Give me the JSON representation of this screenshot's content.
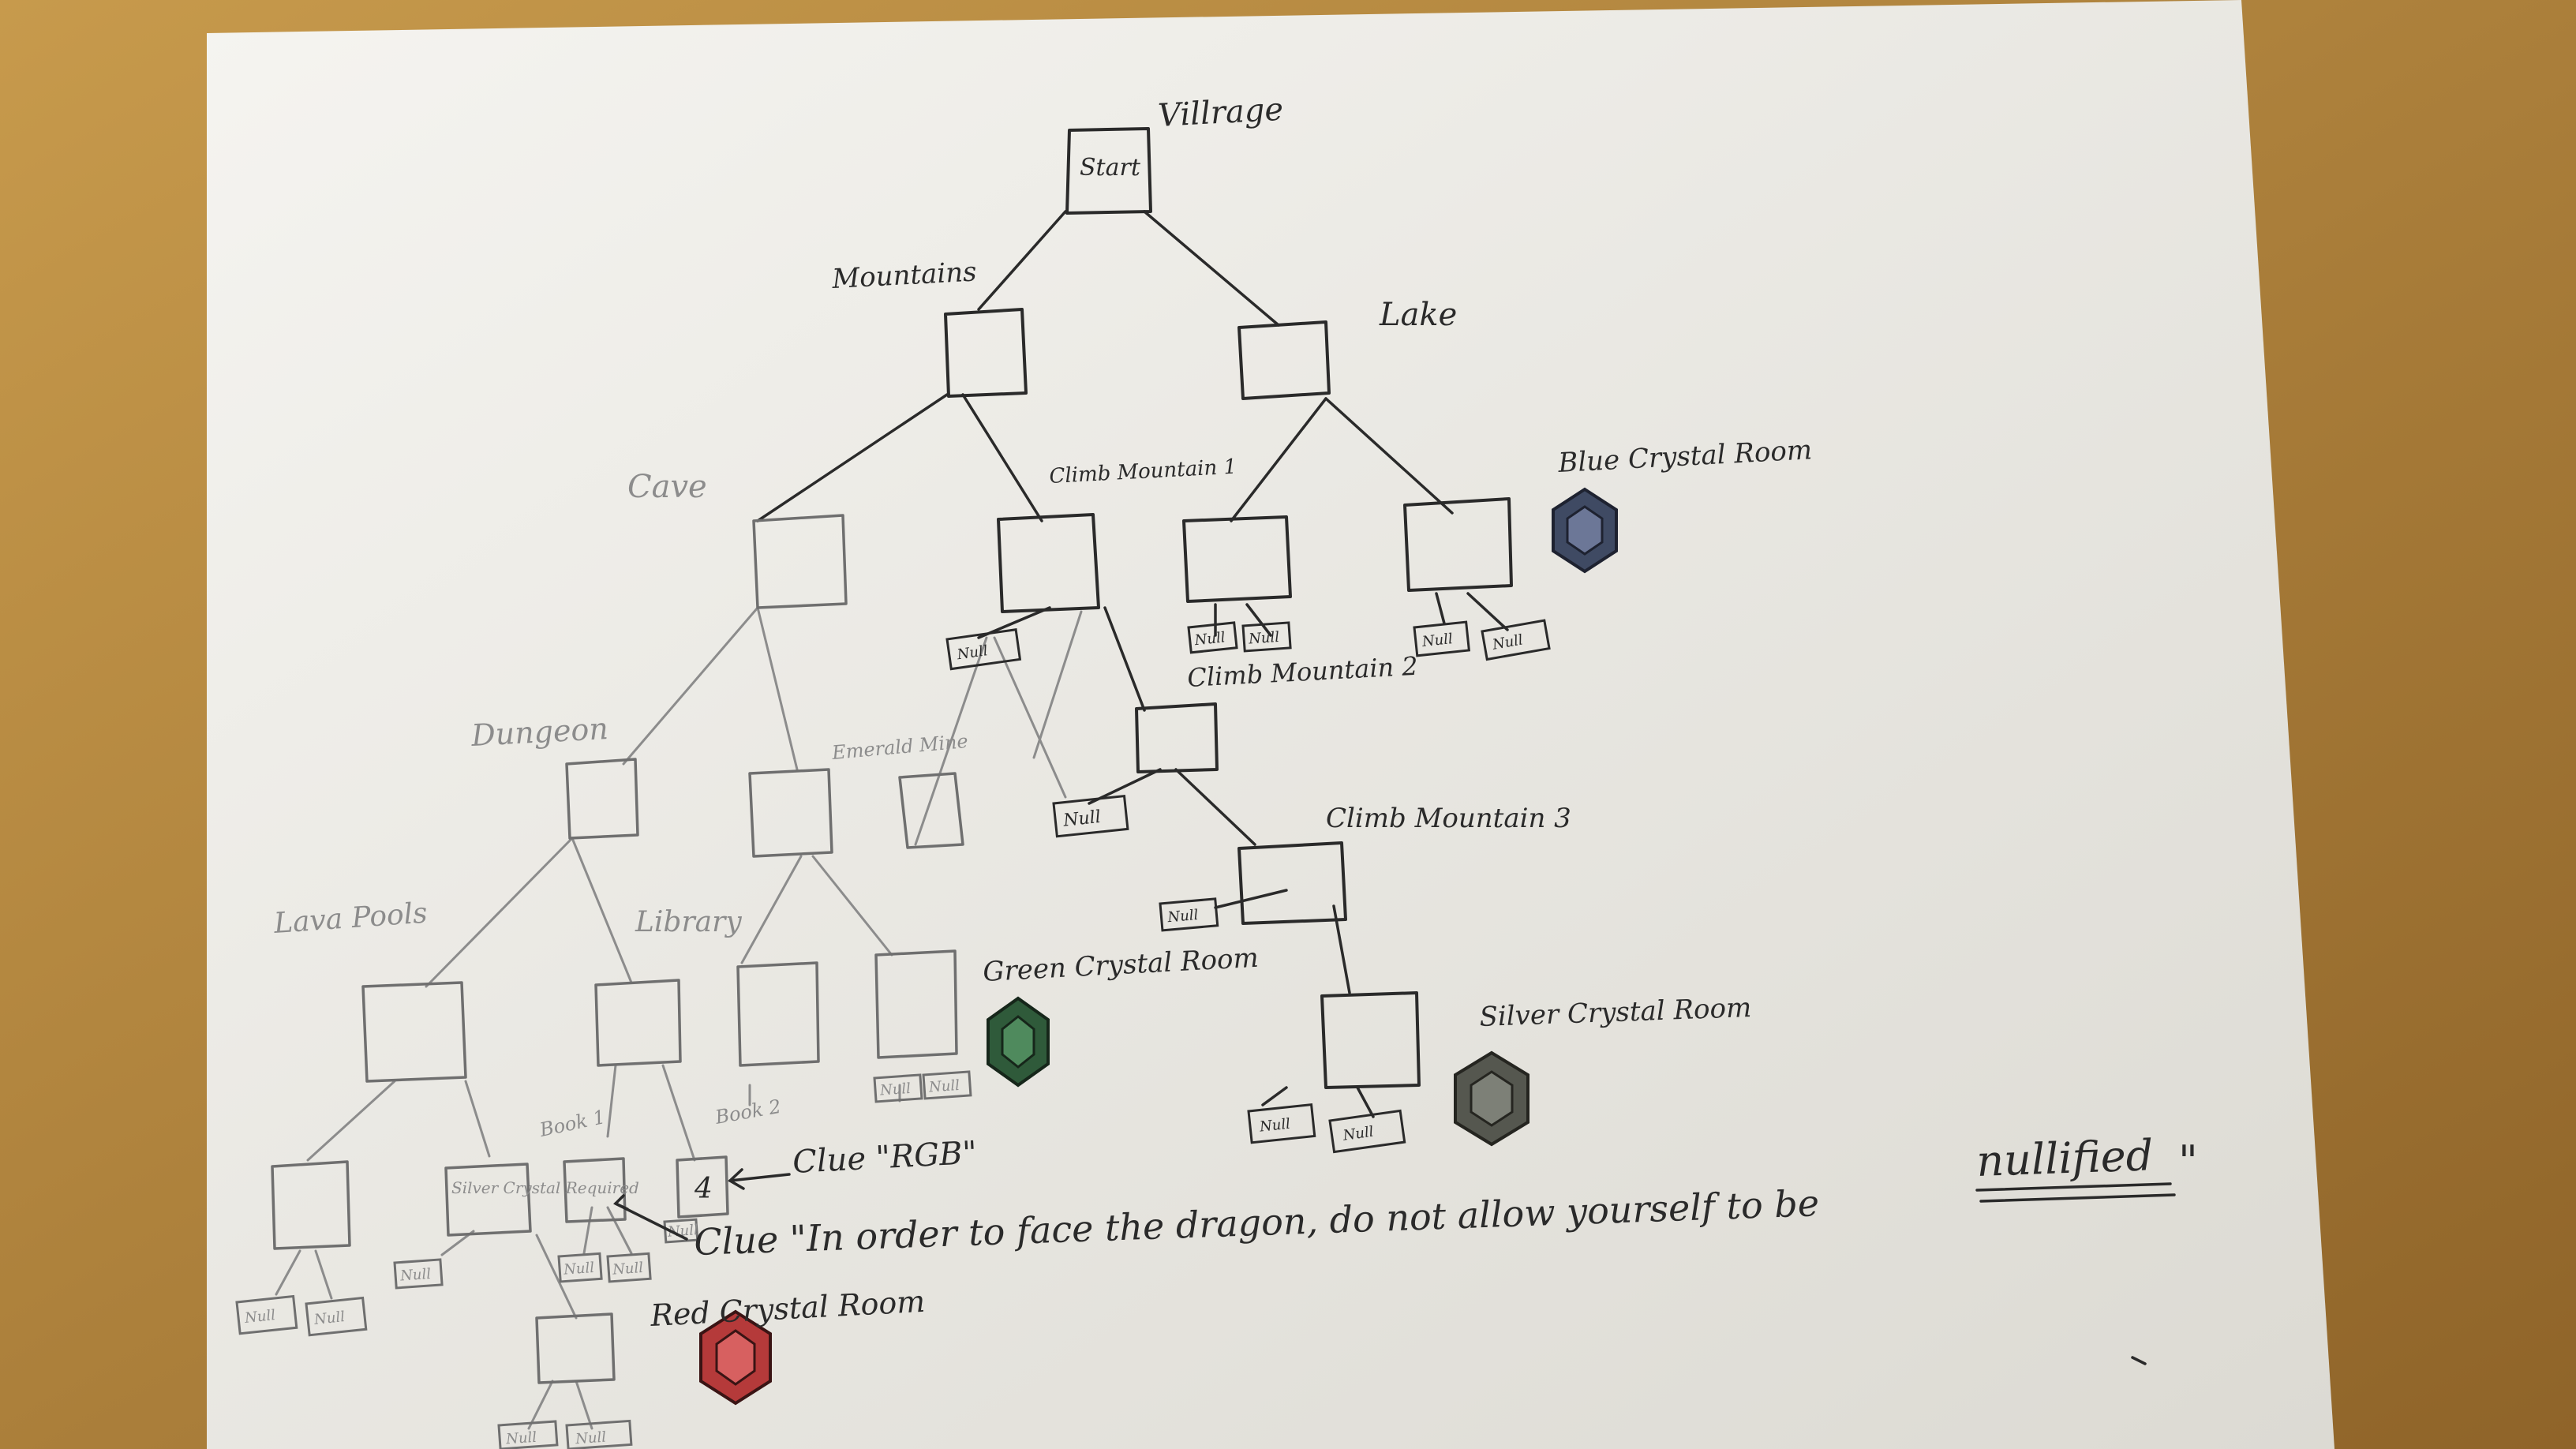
{
  "labels": {
    "villrage": "Villrage",
    "start": "Start",
    "mountains": "Mountains",
    "lake": "Lake",
    "cave": "Cave",
    "climb1": "Climb Mountain 1",
    "blue_room": "Blue Crystal Room",
    "climb2": "Climb Mountain 2",
    "dungeon": "Dungeon",
    "emerald_mine": "Emerald Mine",
    "climb3": "Climb Mountain 3",
    "lava_pools": "Lava Pools",
    "library": "Library",
    "green_room": "Green Crystal Room",
    "silver_room": "Silver Crystal Room",
    "book1": "Book 1",
    "book2": "Book 2",
    "clue_rgb": "Clue \"RGB\"",
    "silver_required": "Silver Crystal Required",
    "node_4": "4",
    "clue_dragon": "Clue \"In order to face the dragon, do not allow yourself to be",
    "nullified": "nullified",
    "clue_close": "\"",
    "red_room": "Red Crystal Room",
    "null": "Null"
  },
  "colors": {
    "paper": "#f1f0ec",
    "table": "#b88a3e",
    "ink": "#2a2a2a",
    "faint": "#8c8c8c",
    "blue_gem": "#3f4a63",
    "green_gem": "#2f5a3a",
    "silver_gem": "#55574f",
    "red_gem": "#b53a3a"
  }
}
